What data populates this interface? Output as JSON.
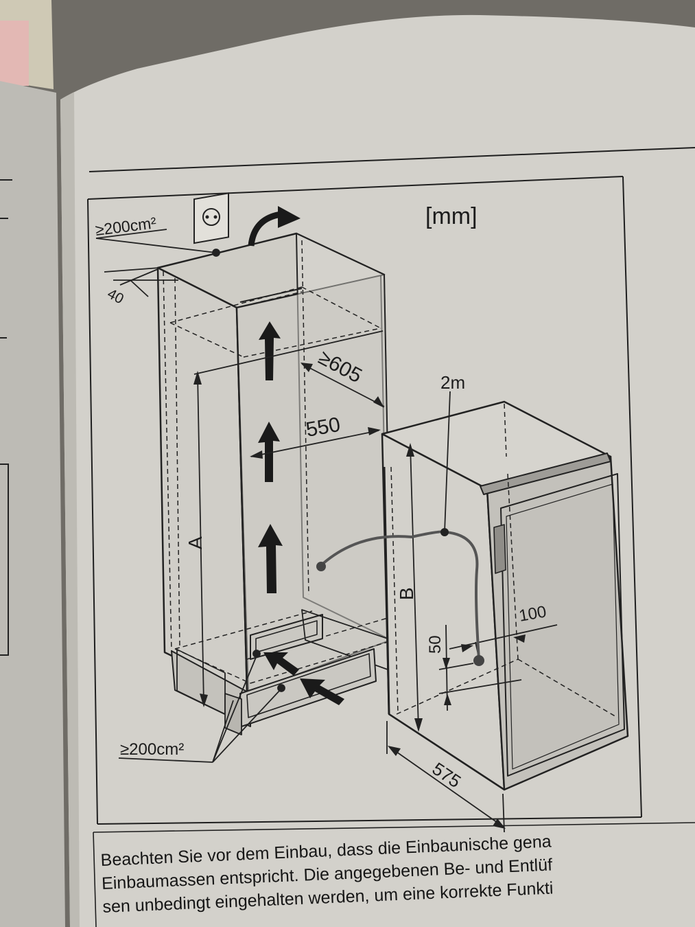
{
  "diagram": {
    "unit_label": "[mm]",
    "top_vent_label": "≥200cm²",
    "bottom_vent_label": "≥200cm²",
    "dim_top_gap": "40",
    "dim_niche_depth": "≥605",
    "dim_inner_depth": "550",
    "dim_niche_height": "A",
    "dim_appliance_height": "B",
    "dim_cable_length": "2m",
    "dim_plug_height": "50",
    "dim_plug_offset": "100",
    "dim_appliance_depth": "575",
    "socket_icon": "power-socket-icon",
    "airflow_icon": "arrow-up-icon"
  },
  "caption": {
    "line1": "Beachten Sie vor dem Einbau, dass die Einbaunische gena",
    "line2": "Einbaumassen entspricht. Die angegebenen Be- und Entlüf",
    "line3": "sen unbedingt eingehalten werden, um eine korrekte Funkti"
  }
}
